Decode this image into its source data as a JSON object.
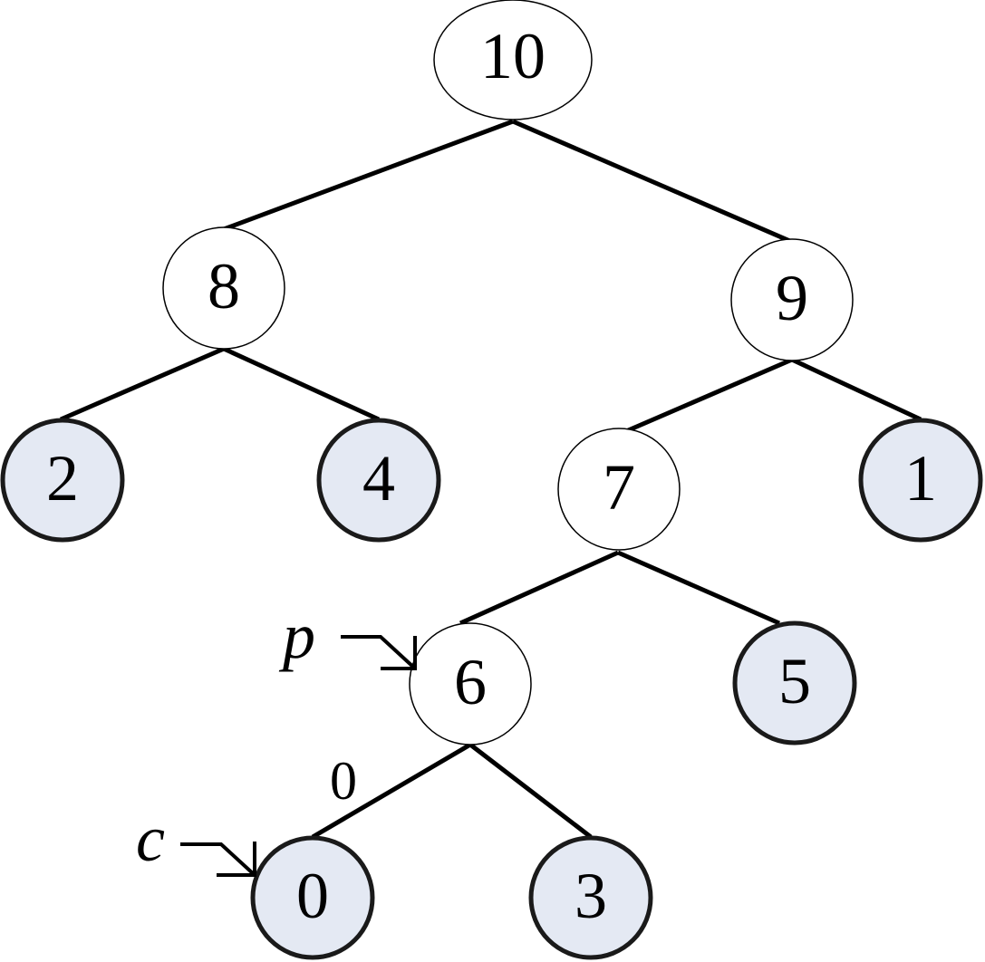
{
  "tree": {
    "root": {
      "label": "10"
    },
    "nodes": {
      "n8": {
        "label": "8",
        "kind": "internal"
      },
      "n9": {
        "label": "9",
        "kind": "internal"
      },
      "n2": {
        "label": "2",
        "kind": "leaf"
      },
      "n4": {
        "label": "4",
        "kind": "leaf"
      },
      "n7": {
        "label": "7",
        "kind": "internal"
      },
      "n1": {
        "label": "1",
        "kind": "leaf"
      },
      "n6": {
        "label": "6",
        "kind": "internal"
      },
      "n5": {
        "label": "5",
        "kind": "leaf"
      },
      "n0": {
        "label": "0",
        "kind": "leaf"
      },
      "n3": {
        "label": "3",
        "kind": "leaf"
      }
    },
    "edges": [
      {
        "from": "10",
        "to": "8"
      },
      {
        "from": "10",
        "to": "9"
      },
      {
        "from": "8",
        "to": "2"
      },
      {
        "from": "8",
        "to": "4"
      },
      {
        "from": "9",
        "to": "7"
      },
      {
        "from": "9",
        "to": "1"
      },
      {
        "from": "7",
        "to": "6"
      },
      {
        "from": "7",
        "to": "5"
      },
      {
        "from": "6",
        "to": "0"
      },
      {
        "from": "6",
        "to": "3"
      }
    ],
    "edge_label_6_0": "0"
  },
  "pointers": {
    "p": {
      "label": "p",
      "target": "6"
    },
    "c": {
      "label": "c",
      "target": "0"
    }
  },
  "colors": {
    "leaf_fill": "#e4e9f3",
    "internal_fill": "#ffffff",
    "stroke": "#000000"
  }
}
